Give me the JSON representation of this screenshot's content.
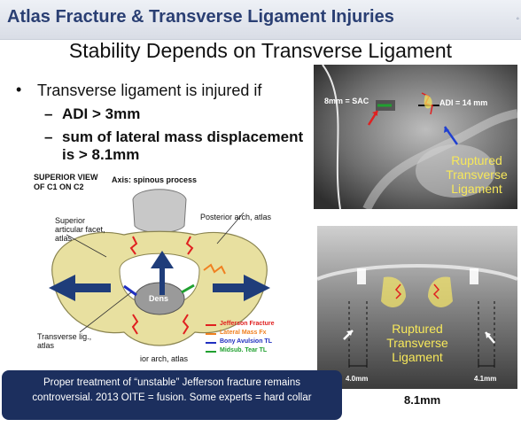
{
  "header": {
    "title": "Atlas Fracture & Transverse Ligament Injuries",
    "dot": "◦"
  },
  "subtitle": "Stability Depends on Transverse Ligament",
  "bullets": {
    "main": "Transverse ligament is injured if",
    "sub1": "ADI > 3mm",
    "sub2": "sum of lateral mass displacement is > 8.1mm"
  },
  "diagram": {
    "view_title_line1": "SUPERIOR VIEW",
    "view_title_line2": "OF C1 ON C2",
    "axis_label": "Axis: spinous process",
    "superior_facet_line1": "Superior",
    "superior_facet_line2": "articular facet,",
    "superior_facet_line3": "atlas",
    "posterior_arch": "Posterior arch, atlas",
    "dens": "Dens",
    "transverse_lig_line1": "Transverse lig.,",
    "transverse_lig_line2": "atlas",
    "anterior_arch": "ior arch, atlas",
    "legend": [
      {
        "label": "Jefferson Fracture",
        "color": "#e02020"
      },
      {
        "label": "Lateral Mass Fx",
        "color": "#f08020"
      },
      {
        "label": "Bony Avulsion TL",
        "color": "#2030c0"
      },
      {
        "label": "Midsub. Tear TL",
        "color": "#20a030"
      }
    ]
  },
  "xray_top": {
    "sac_label": "8mm = SAC",
    "adi_label": "ADI = 14 mm",
    "rupture_line1": "Ruptured",
    "rupture_line2": "Transverse",
    "rupture_line3": "Ligament"
  },
  "xray_bottom": {
    "left_measure": "4.0mm",
    "right_measure": "4.1mm",
    "rupture_line1": "Ruptured",
    "rupture_line2": "Transverse",
    "rupture_line3": "Ligament",
    "total": "8.1mm"
  },
  "note": {
    "line1": "Proper treatment of “unstable” Jefferson fracture remains",
    "line2": "controversial. 2013 OITE = fusion. Some experts = hard collar"
  }
}
